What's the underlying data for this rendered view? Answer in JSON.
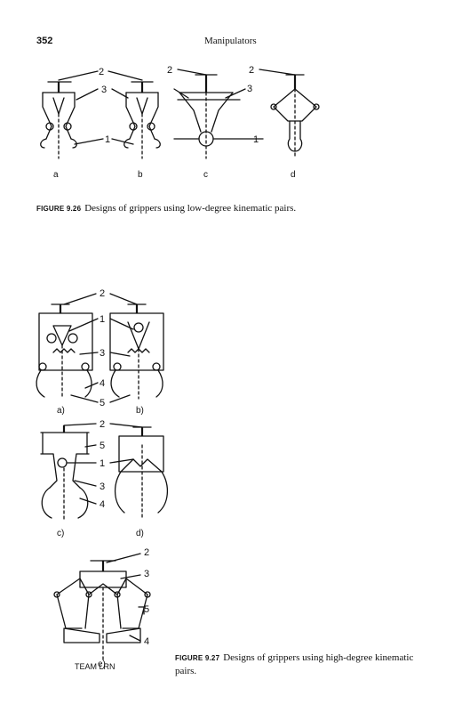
{
  "header": {
    "page_number": "352",
    "running_title": "Manipulators"
  },
  "figure_926": {
    "caption_label": "FIGURE 9.26",
    "caption_text": "Designs of grippers using low-degree kinematic pairs.",
    "panel_labels": [
      "a",
      "b",
      "c",
      "d"
    ],
    "callouts": [
      "2",
      "3",
      "1",
      "2",
      "3",
      "1",
      "2"
    ]
  },
  "figure_927": {
    "caption_label": "FIGURE 9.27",
    "caption_text": "Designs of grippers using high-degree kinematic pairs.",
    "panel_labels": [
      "a)",
      "b)",
      "c)",
      "d)",
      "e)"
    ],
    "callouts_ab": [
      "2",
      "1",
      "3",
      "4",
      "5"
    ],
    "callouts_cd": [
      "2",
      "5",
      "1",
      "3",
      "4"
    ],
    "callouts_e": [
      "2",
      "3",
      "5",
      "4"
    ]
  },
  "footer": {
    "watermark": "TEAM LRN"
  }
}
